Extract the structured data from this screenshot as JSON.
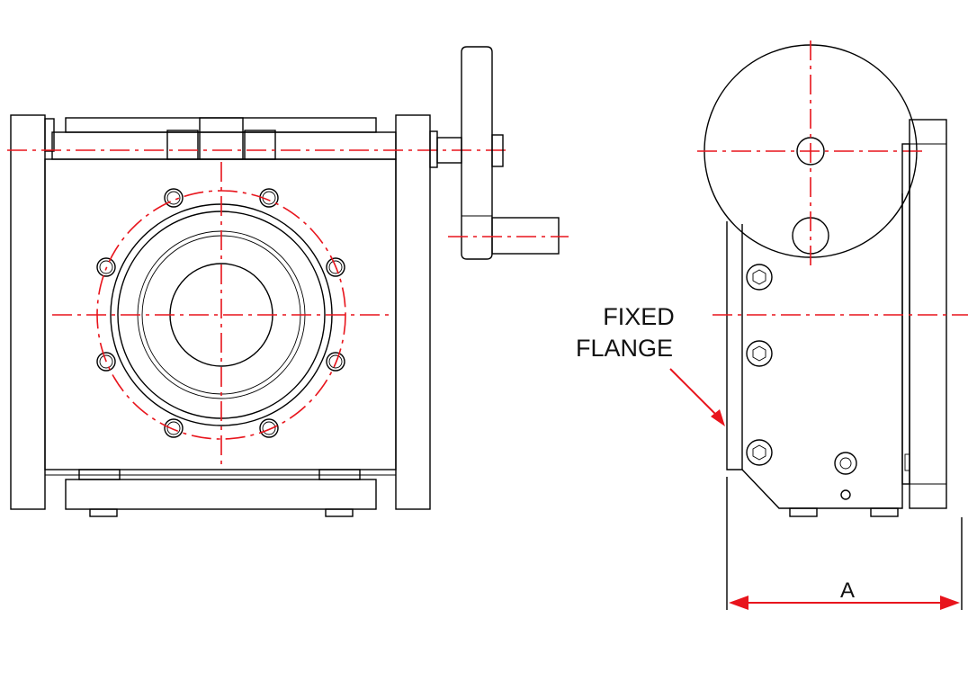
{
  "labels": {
    "flange_line1": "FIXED",
    "flange_line2": "FLANGE",
    "dimension": "A"
  },
  "colors": {
    "centerline": "#e8141c",
    "outline": "#000000",
    "background": "#ffffff"
  }
}
